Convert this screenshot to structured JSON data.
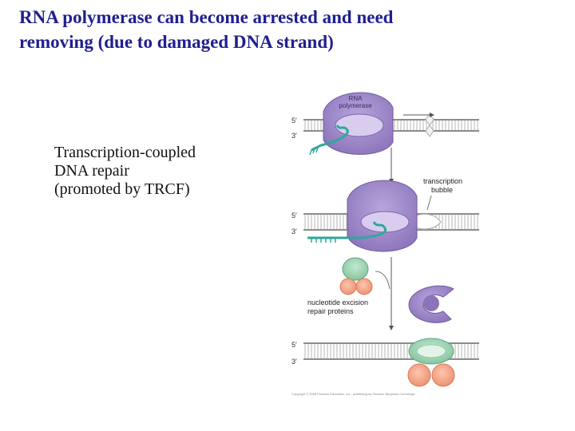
{
  "slide": {
    "title_line1": "RNA polymerase can become arrested and need",
    "title_line2": "removing (due to damaged DNA strand)",
    "caption_line1": "Transcription-coupled",
    "caption_line2": "DNA repair",
    "caption_line3": "(promoted by TRCF)"
  },
  "diagram": {
    "rna_polymerase_label_line1": "RNA",
    "rna_polymerase_label_line2": "polymerase",
    "five_prime": "5′",
    "three_prime": "3′",
    "bubble_label_line1": "transcription",
    "bubble_label_line2": "bubble",
    "ner_label_line1": "nucleotide excision",
    "ner_label_line2": "repair proteins",
    "copyright": "Copyright © 2008 Pearson Education, Inc., publishing as Pearson Benjamin Cummings.",
    "colors": {
      "polymerase": "#9b86c4",
      "rna": "#3fb3a8",
      "dna_rail": "#9a9a9a",
      "repair_green": "#9fd3b4",
      "repair_orange": "#f3a887",
      "damage": "#e0e0e0"
    }
  }
}
